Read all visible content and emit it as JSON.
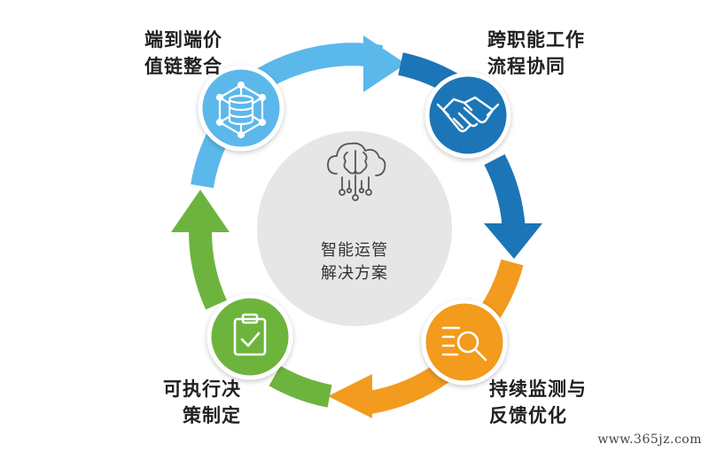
{
  "center": {
    "lines": [
      "智能运管",
      "解决方案"
    ],
    "icon": "cloud-brain-icon"
  },
  "nodes": [
    {
      "lines": [
        "端到端价",
        "值链整合"
      ],
      "icon": "database-network-icon",
      "color": "#5bb8ea"
    },
    {
      "lines": [
        "跨职能工作",
        "流程协同"
      ],
      "icon": "handshake-icon",
      "color": "#1c75b6"
    },
    {
      "lines": [
        "持续监测与",
        "反馈优化"
      ],
      "icon": "magnifier-list-icon",
      "color": "#f29b1f"
    },
    {
      "lines": [
        "可执行决",
        "策制定"
      ],
      "icon": "clipboard-check-icon",
      "color": "#6db43e"
    }
  ],
  "colors": {
    "light_blue": "#5bb8ea",
    "dark_blue": "#1c75b6",
    "orange": "#f29b1f",
    "green": "#6db43e",
    "center_gray": "#e6e6e6"
  },
  "watermark": "www.365jz.com"
}
